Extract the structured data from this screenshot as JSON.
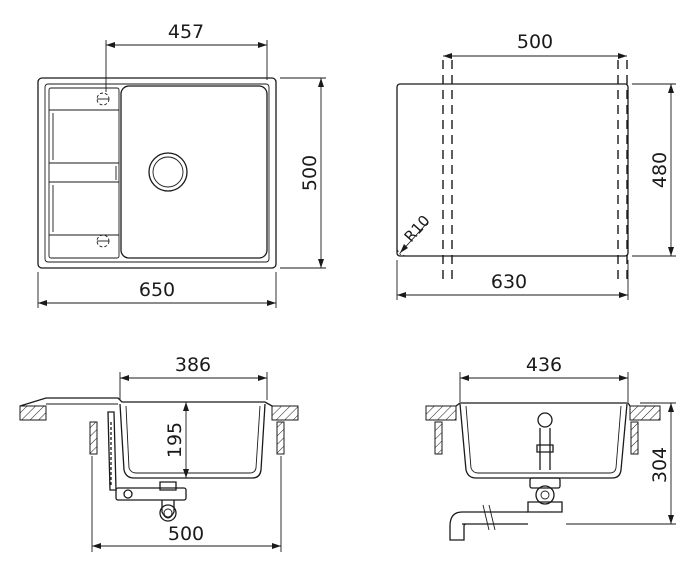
{
  "drawing": {
    "top_view": {
      "dim_bowl_width": "457",
      "dim_depth": "500",
      "dim_overall_width": "650"
    },
    "cutout_view": {
      "dim_width": "500",
      "dim_depth": "480",
      "dim_overall": "630",
      "dim_radius": "R10"
    },
    "side_view": {
      "dim_bowl_width": "386",
      "dim_bowl_depth": "195",
      "dim_cabinet": "500"
    },
    "front_view": {
      "dim_bowl_width": "436",
      "dim_height": "304"
    }
  }
}
